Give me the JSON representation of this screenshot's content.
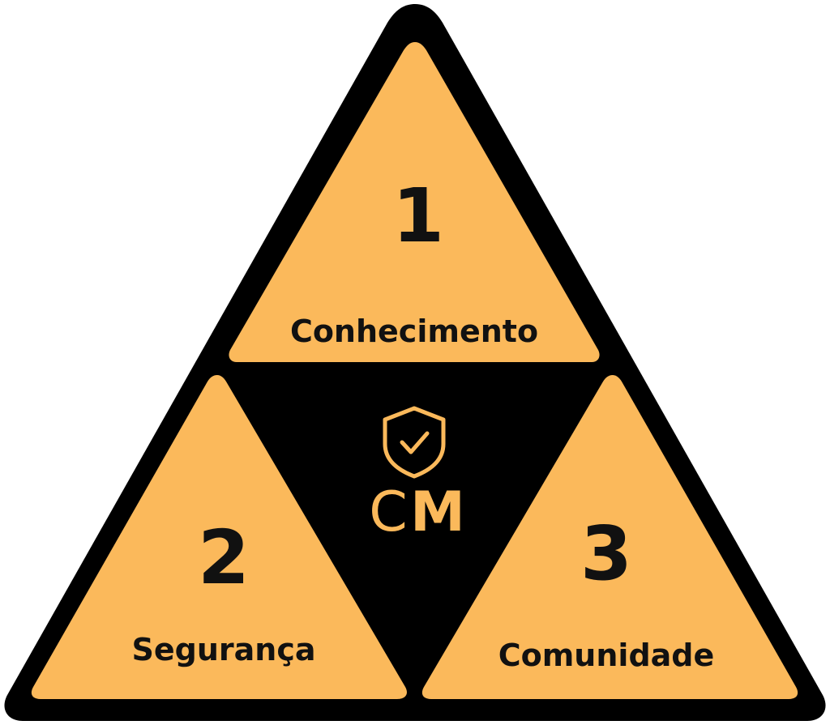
{
  "colors": {
    "background": "#ffffff",
    "outer_triangle": "#000000",
    "segment_fill": "#fbb95b",
    "center_fill": "#000000",
    "text": "#111111",
    "logo": "#fbb95b"
  },
  "segments": [
    {
      "number": "1",
      "label": "Conhecimento"
    },
    {
      "number": "2",
      "label": "Segurança"
    },
    {
      "number": "3",
      "label": "Comunidade"
    }
  ],
  "center": {
    "icon": "shield-check-icon",
    "logo_letter_1": "C",
    "logo_letter_2": "M"
  }
}
